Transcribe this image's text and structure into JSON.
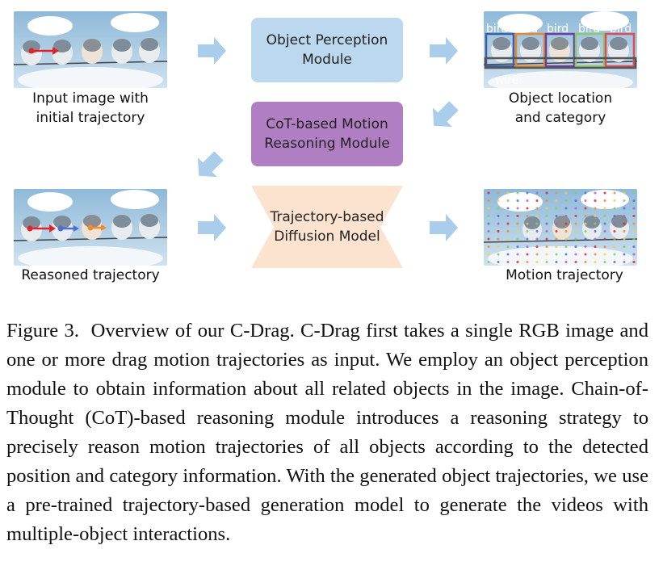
{
  "modules": {
    "perception": "Object Perception\nModule",
    "reasoning": "CoT-based Motion\nReasoning Module",
    "diffusion": "Trajectory-based\nDiffusion Model"
  },
  "panels": {
    "input": {
      "caption": "Input image with\ninitial trajectory"
    },
    "detection": {
      "caption": "Object location\nand category",
      "labels": [
        "bird",
        "bird",
        "bird",
        "bird",
        "bird",
        "wire"
      ]
    },
    "reasoned": {
      "caption": "Reasoned trajectory"
    },
    "motion": {
      "caption": "Motion trajectory"
    }
  },
  "figure_caption": {
    "label": "Figure 3.",
    "text": "Overview of our C-Drag. C-Drag first takes a single RGB image and one or more drag motion trajectories as input. We employ an object perception module to obtain information about all related objects in the image. Chain-of-Thought (CoT)-based reasoning module introduces a reasoning strategy to precisely reason motion trajectories of all objects according to the detected position and category information. With the generated object trajectories, we use a pre-trained trajectory-based generation model to generate the videos with multiple-object interactions."
  },
  "colors": {
    "perception": "#bcd8ee",
    "reasoning": "#b07fc3",
    "diffusion": "#fbe3d0",
    "arrow": "#a9cdea",
    "box_colors": [
      "#3a5ea8",
      "#e58a2a",
      "#6b3fa0",
      "#8cc96b",
      "#e04b55",
      "#555555"
    ]
  }
}
